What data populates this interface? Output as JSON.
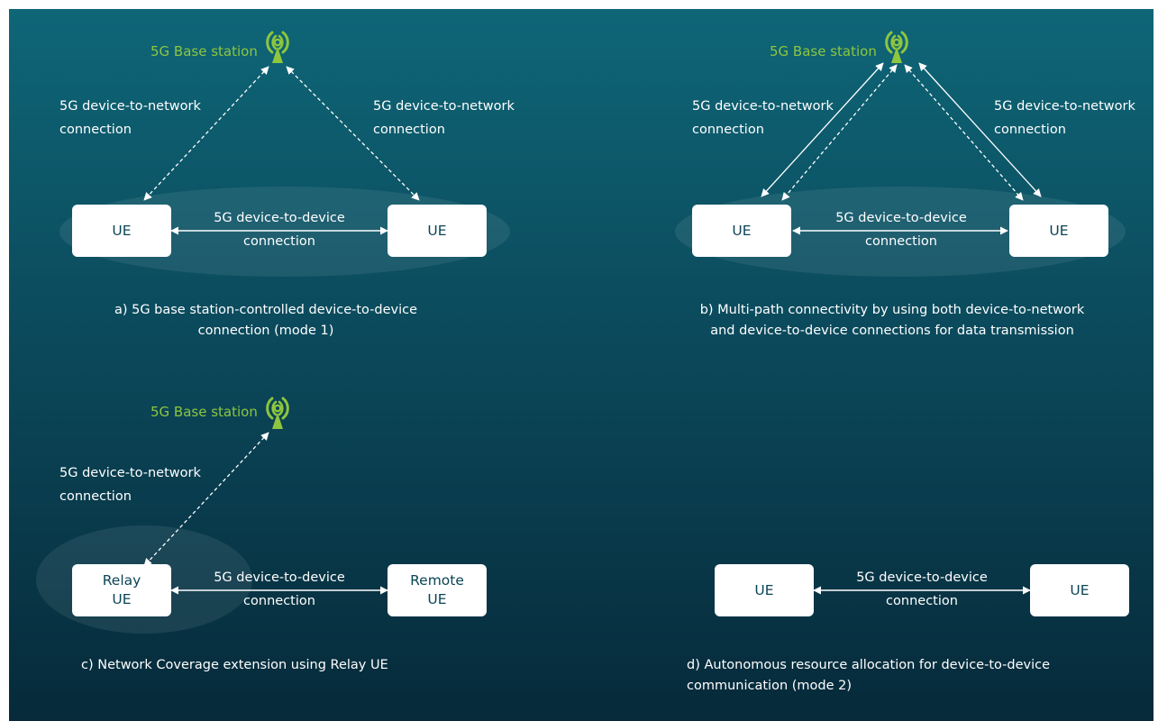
{
  "base_station_label": "5G Base station",
  "d2n_line1": "5G device-to-network",
  "d2n_line2": "connection",
  "d2d_line1": "5G device-to-device",
  "d2d_line2": "connection",
  "ue_label": "UE",
  "relay_ue": {
    "line1": "Relay",
    "line2": "UE"
  },
  "remote_ue": {
    "line1": "Remote",
    "line2": "UE"
  },
  "captions": {
    "a_line1": "a) 5G base station-controlled device-to-device",
    "a_line2": "connection (mode 1)",
    "b_line1": "b) Multi-path connectivity by using both device-to-network",
    "b_line2": "and device-to-device connections for data transmission",
    "c_line1": "c) Network Coverage extension using Relay UE",
    "d_line1": "d) Autonomous resource allocation for device-to-device",
    "d_line2": "communication (mode 2)"
  },
  "colors": {
    "accent_green": "#8ec63f",
    "ue_box": "#ffffff",
    "ue_text": "#0a4456",
    "background_top": "#0e6677",
    "background_bottom": "#062a3a"
  },
  "icons": [
    "antenna-icon"
  ]
}
